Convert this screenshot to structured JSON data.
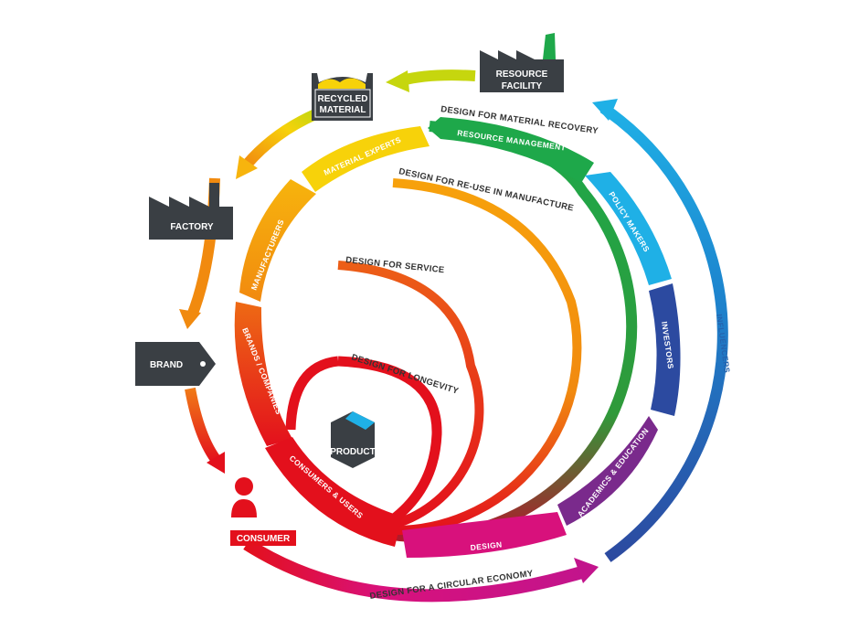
{
  "colors": {
    "dark": "#3a3f44",
    "red": "#e3101c",
    "orange_red": "#e8491b",
    "orange": "#f18a0f",
    "yellow": "#f7d20a",
    "lime": "#c6d60e",
    "green": "#1ea84a",
    "light_blue": "#1fb0e6",
    "blue": "#2463ae",
    "navy": "#2c4aa0",
    "purple": "#7a2a8c",
    "magenta": "#d8117c"
  },
  "nodes": {
    "resource_facility": {
      "line1": "RESOURCE",
      "line2": "FACILITY",
      "icon": "factory-icon"
    },
    "recycled_material": {
      "line1": "RECYCLED",
      "line2": "MATERIAL",
      "icon": "bin-icon"
    },
    "factory": {
      "label": "FACTORY",
      "icon": "factory-icon"
    },
    "brand": {
      "label": "BRAND",
      "icon": "tag-icon"
    },
    "consumer": {
      "label": "CONSUMER",
      "icon": "person-icon"
    },
    "product": {
      "label": "PRODUCT",
      "icon": "box-icon"
    }
  },
  "loops": {
    "material_recovery": "DESIGN FOR MATERIAL RECOVERY",
    "reuse_manufacture": "DESIGN FOR RE-USE IN MANUFACTURE",
    "service": "DESIGN FOR SERVICE",
    "longevity": "DESIGN FOR LONGEVITY",
    "circular_economy": "DESIGN FOR A CIRCULAR ECONOMY"
  },
  "stakeholders": {
    "resource_management": "RESOURCE MANAGEMENT",
    "material_experts": "MATERIAL EXPERTS",
    "manufacturers": "MANUFACTURERS",
    "brands_companies": "BRANDS / COMPANIES",
    "consumers_users": "CONSUMERS & USERS",
    "policy_makers": "POLICY MAKERS",
    "investors": "INVESTORS",
    "academics_education": "ACADEMICS & EDUCATION",
    "design": "DESIGN",
    "influencers": "INFLUENCERS"
  }
}
